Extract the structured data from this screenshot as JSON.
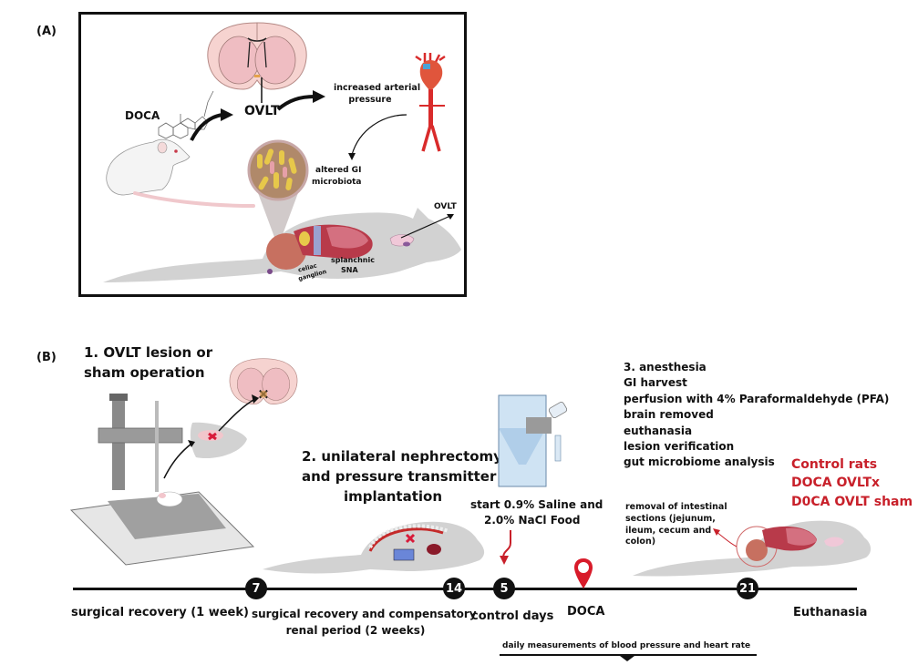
{
  "panel_a": {
    "label": "(A)",
    "doca": "DOCA",
    "ovlt_brain": "OVLT",
    "pressure_line1": "increased arterial",
    "pressure_line2": "pressure",
    "gi_line1": "altered GI",
    "gi_line2": "microbiota",
    "ovlt_rat": "OVLT",
    "celiac_line1": "celiac",
    "celiac_line2": "ganglion",
    "sna_line1": "splanchnic",
    "sna_line2": "SNA"
  },
  "panel_b": {
    "label": "(B)",
    "step1_line1": "1. OVLT lesion or",
    "step1_line2": "sham operation",
    "step2_line1": "2. unilateral nephrectomy",
    "step2_line2": "and pressure transmitter",
    "step2_line3": "implantation",
    "saline_line1": "start 0.9% Saline and",
    "saline_line2": "2.0% NaCl Food",
    "step3_items": [
      "3. anesthesia",
      "GI harvest",
      "perfusion with 4%  Paraformaldehyde (PFA)",
      "brain removed",
      "euthanasia",
      "lesion verification",
      "gut microbiome analysis"
    ],
    "groups": [
      "Control rats",
      "DOCA OVLTx",
      "D0CA OVLT sham"
    ],
    "removal_lines": [
      "removal of intestinal",
      "sections (jejunum,",
      "ileum, cecum and",
      "colon)"
    ],
    "timeline": {
      "markers": [
        "7",
        "14",
        "5",
        "21"
      ],
      "doca_marker": "DOCA",
      "periods": {
        "p1": "surgical recovery  (1 week)",
        "p2_line1": "surgical recovery and compensatory",
        "p2_line2": "renal period (2 weeks)",
        "p3": "control days",
        "p4": "Euthanasia"
      },
      "measurements": "daily measurements of blood pressure and heart rate"
    }
  },
  "colors": {
    "accent_red": "#c8202a",
    "brain_pink": "#f6d3d0",
    "rat_gray": "#cfcfcf",
    "timeline_black": "#111111"
  }
}
